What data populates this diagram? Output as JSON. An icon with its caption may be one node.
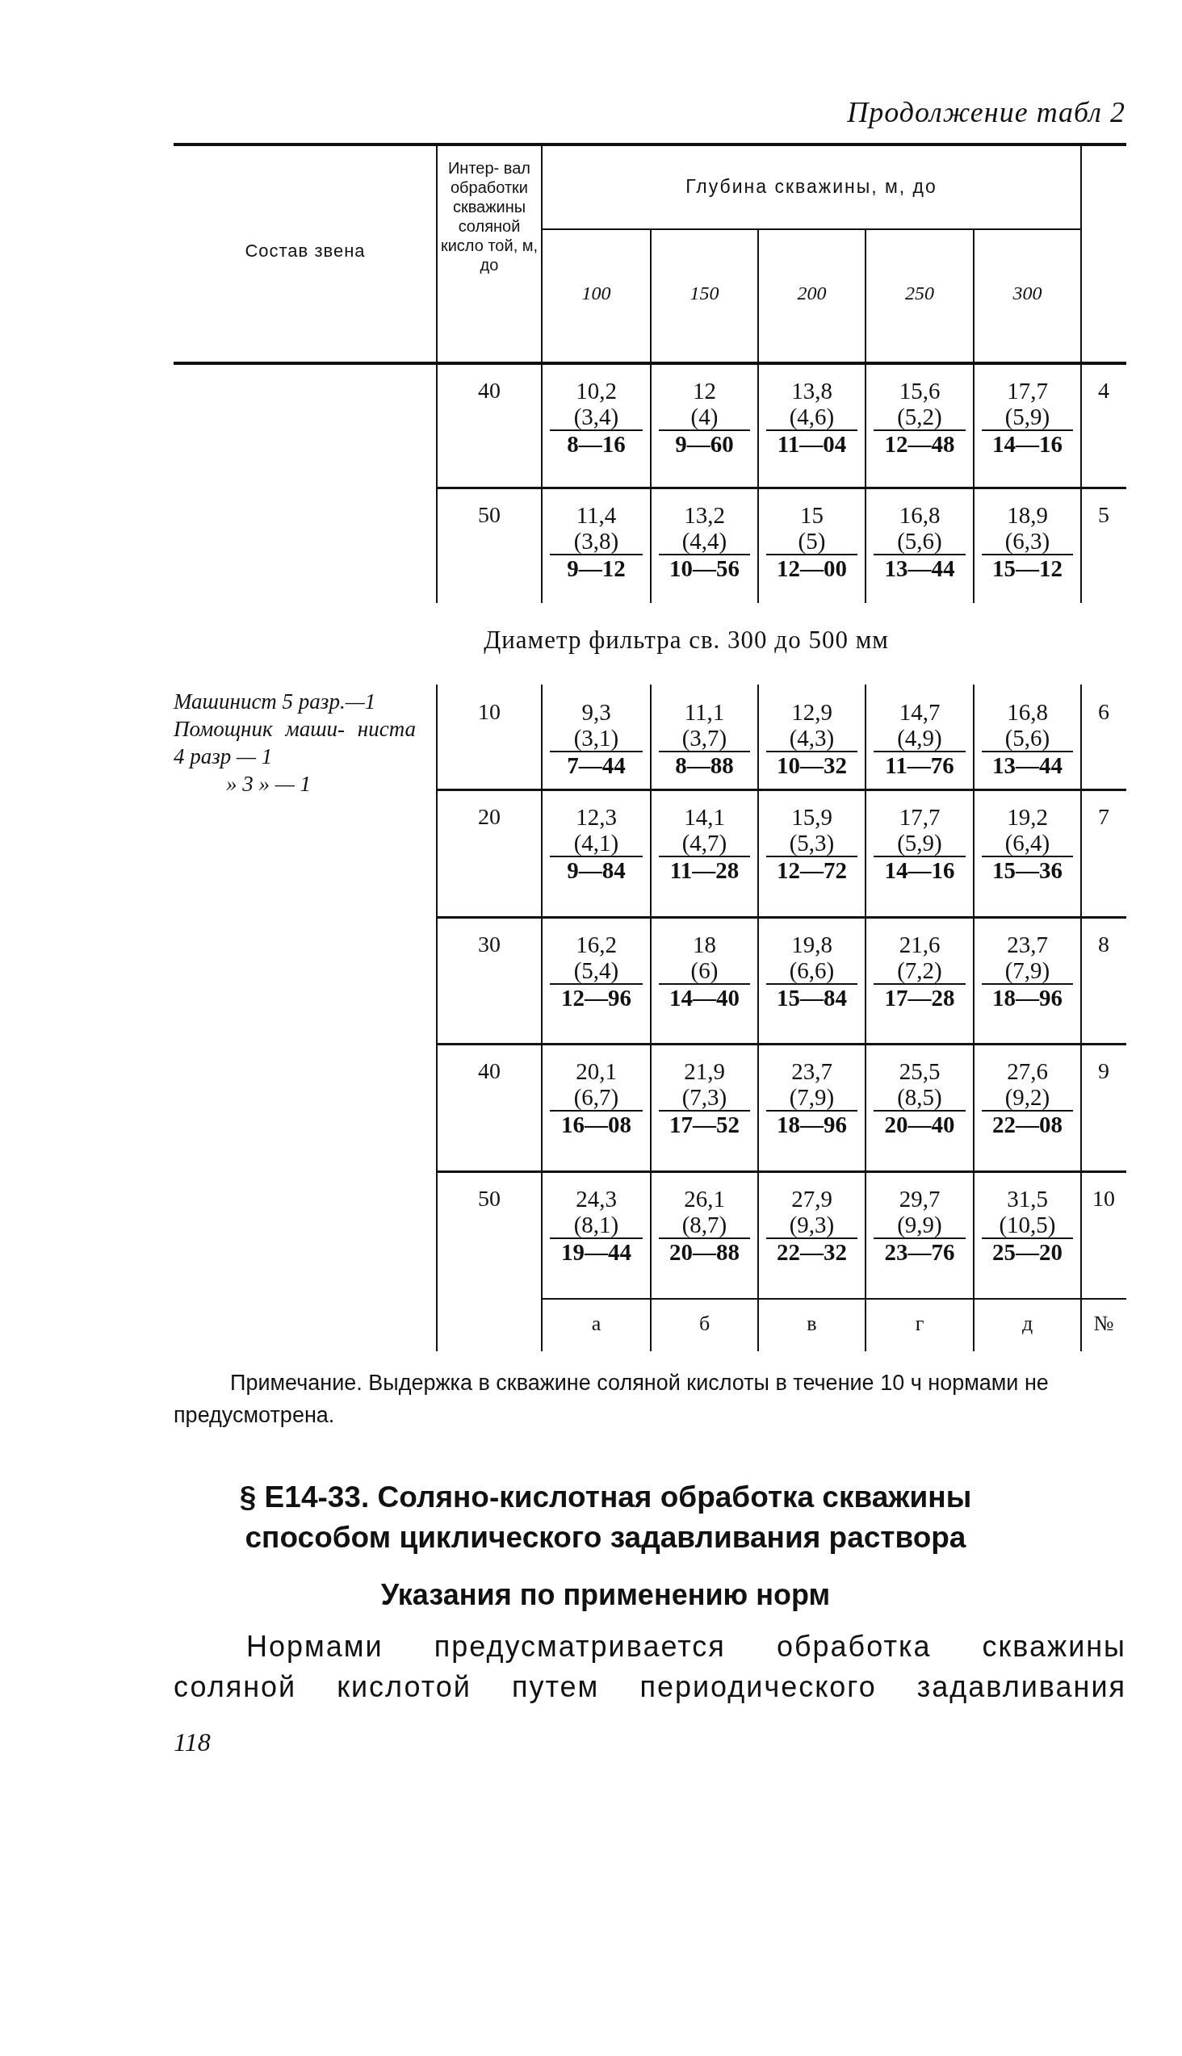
{
  "diagram": {
    "labels": [
      "Продолжение табл 2",
      "Состав звена",
      "Интер- вал обработки скважины соляной кисло той, м, до",
      "Глубина скважины, м, до",
      "100",
      "150",
      "200",
      "250",
      "300",
      "40",
      "10,2",
      "(3,4)",
      "8—16",
      "12",
      "(4)",
      "9—60",
      "13,8",
      "(4,6)",
      "11—04",
      "15,6",
      "(5,2)",
      "12—48",
      "17,7",
      "(5,9)",
      "14—16",
      "4",
      "50",
      "11,4",
      "(3,8)",
      "9—12",
      "13,2",
      "(4,4)",
      "10—56",
      "15",
      "(5)",
      "12—00",
      "16,8",
      "(5,6)",
      "13—44",
      "18,9",
      "(6,3)",
      "15—12",
      "5",
      "Диаметр фильтра св. 300 до 500 мм",
      "Машинист 5 разр.—1",
      "Помощник маши- ниста 4 разр — 1",
      "» 3 » — 1",
      "10",
      "9,3",
      "(3,1)",
      "7—44",
      "11,1",
      "(3,7)",
      "8—88",
      "12,9",
      "(4,3)",
      "10—32",
      "14,7",
      "(4,9)",
      "11—76",
      "16,8",
      "(5,6)",
      "13—44",
      "6",
      "20",
      "12,3",
      "(4,1)",
      "9—84",
      "14,1",
      "(4,7)",
      "11—28",
      "15,9",
      "(5,3)",
      "12—72",
      "17,7",
      "(5,9)",
      "14—16",
      "19,2",
      "(6,4)",
      "15—36",
      "7",
      "30",
      "16,2",
      "(5,4)",
      "12—96",
      "18",
      "(6)",
      "14—40",
      "19,8",
      "(6,6)",
      "15—84",
      "21,6",
      "(7,2)",
      "17—28",
      "23,7",
      "(7,9)",
      "18—96",
      "8",
      "40",
      "20,1",
      "(6,7)",
      "16—08",
      "21,9",
      "(7,3)",
      "17—52",
      "23,7",
      "(7,9)",
      "18—96",
      "25,5",
      "(8,5)",
      "20—40",
      "27,6",
      "(9,2)",
      "22—08",
      "9",
      "50",
      "24,3",
      "(8,1)",
      "19—44",
      "26,1",
      "(8,7)",
      "20—88",
      "27,9",
      "(9,3)",
      "22—32",
      "29,7",
      "(9,9)",
      "23—76",
      "31,5",
      "(10,5)",
      "25—20",
      "10",
      "а",
      "б",
      "в",
      "г",
      "д",
      "№",
      "Примечание. Выдержка в скважине соляной кислоты в течение 10 ч нормами не предусмотрена.",
      "§ Е14-33. Соляно-кислотная обработка скважины способом циклического задавливания раствора",
      "Указания по применению норм",
      "Нормами предусматривается обработка скважины соляной кислотой путем периодического задавливания",
      "118"
    ]
  }
}
